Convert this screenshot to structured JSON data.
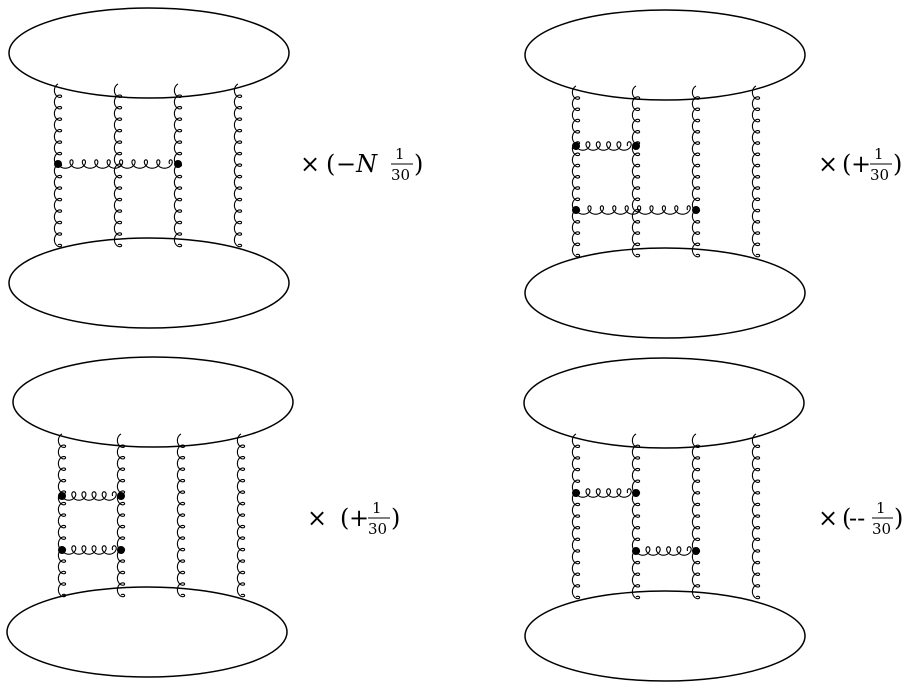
{
  "diagrams": [
    {
      "name": "diagram-top-left",
      "coefficient": {
        "prefix": "×",
        "paren_open": "(",
        "sign": "−N",
        "numerator": "1",
        "denominator": "30",
        "paren_close": ")"
      }
    },
    {
      "name": "diagram-top-right",
      "coefficient": {
        "prefix": "×",
        "paren_open": "(",
        "sign": "+",
        "numerator": "1",
        "denominator": "30",
        "paren_close": ")"
      }
    },
    {
      "name": "diagram-bottom-left",
      "coefficient": {
        "prefix": "×",
        "paren_open": "(",
        "sign": "+",
        "numerator": "1",
        "denominator": "30",
        "paren_close": ")"
      }
    },
    {
      "name": "diagram-bottom-right",
      "coefficient": {
        "prefix": "×",
        "paren_open": "(",
        "sign": "--",
        "numerator": "1",
        "denominator": "30",
        "paren_close": ")"
      }
    }
  ]
}
